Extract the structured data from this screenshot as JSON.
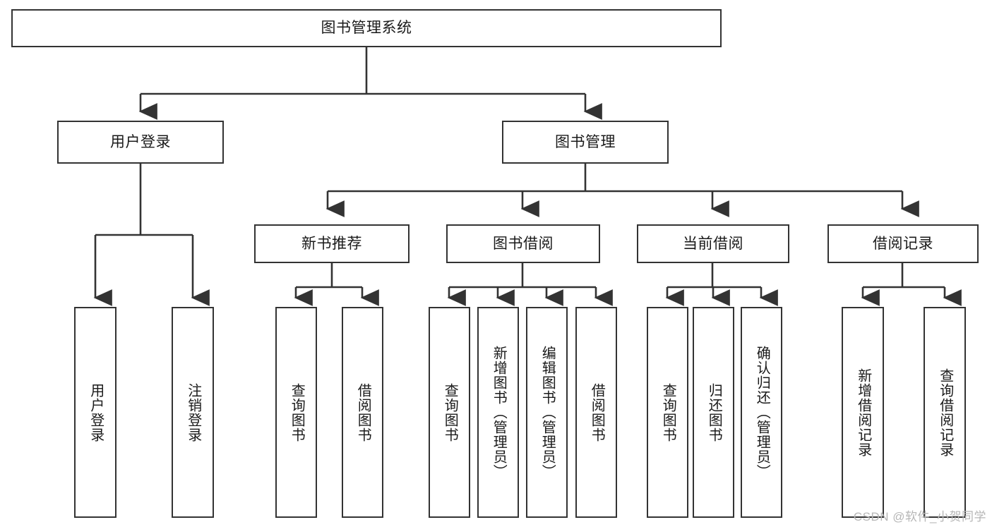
{
  "diagram": {
    "type": "tree-hierarchy",
    "title": "图书管理系统",
    "stroke_color": "#333333",
    "fill_color": "#ffffff",
    "text_color": "#1a1a1a",
    "nodes": {
      "root": {
        "label": "图书管理系统",
        "level": 1,
        "orientation": "horizontal"
      },
      "l2": [
        {
          "id": "user-login",
          "label": "用户登录",
          "level": 2,
          "orientation": "horizontal"
        },
        {
          "id": "book-management",
          "label": "图书管理",
          "level": 2,
          "orientation": "horizontal"
        }
      ],
      "l3": [
        {
          "id": "new-book-recommend",
          "label": "新书推荐",
          "level": 3,
          "orientation": "horizontal"
        },
        {
          "id": "book-borrow",
          "label": "图书借阅",
          "level": 3,
          "orientation": "horizontal"
        },
        {
          "id": "current-borrow",
          "label": "当前借阅",
          "level": 3,
          "orientation": "horizontal"
        },
        {
          "id": "borrow-record",
          "label": "借阅记录",
          "level": 3,
          "orientation": "horizontal"
        }
      ],
      "leaves": [
        {
          "id": "leaf-user-login",
          "label": "用户登录",
          "parent": "user-login",
          "orientation": "vertical"
        },
        {
          "id": "leaf-user-logout",
          "label": "注销登录",
          "parent": "user-login",
          "orientation": "vertical"
        },
        {
          "id": "leaf-query-book-1",
          "label": "查询图书",
          "parent": "new-book-recommend",
          "orientation": "vertical"
        },
        {
          "id": "leaf-borrow-book-1",
          "label": "借阅图书",
          "parent": "new-book-recommend",
          "orientation": "vertical"
        },
        {
          "id": "leaf-query-book-2",
          "label": "查询图书",
          "parent": "book-borrow",
          "orientation": "vertical"
        },
        {
          "id": "leaf-add-book",
          "label": "新增图书（管理员）",
          "parent": "book-borrow",
          "orientation": "vertical"
        },
        {
          "id": "leaf-edit-book",
          "label": "编辑图书（管理员）",
          "parent": "book-borrow",
          "orientation": "vertical"
        },
        {
          "id": "leaf-borrow-book-2",
          "label": "借阅图书",
          "parent": "book-borrow",
          "orientation": "vertical"
        },
        {
          "id": "leaf-query-book-3",
          "label": "查询图书",
          "parent": "current-borrow",
          "orientation": "vertical"
        },
        {
          "id": "leaf-return-book",
          "label": "归还图书",
          "parent": "current-borrow",
          "orientation": "vertical"
        },
        {
          "id": "leaf-confirm-return",
          "label": "确认归还（管理员）",
          "parent": "current-borrow",
          "orientation": "vertical"
        },
        {
          "id": "leaf-add-borrow-record",
          "label": "新增借阅记录",
          "parent": "borrow-record",
          "orientation": "vertical"
        },
        {
          "id": "leaf-query-borrow-record",
          "label": "查询借阅记录",
          "parent": "borrow-record",
          "orientation": "vertical"
        }
      ]
    }
  },
  "watermark": {
    "text": "CSDN @软件_小贺同学"
  }
}
